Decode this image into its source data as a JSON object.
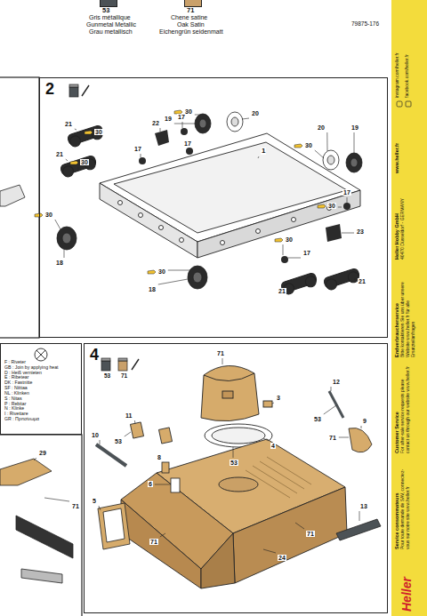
{
  "diagram": {
    "nodes": [
      {
        "text": [
          "2"
        ]
      },
      {
        "text": [
          "4"
        ]
      },
      {
        "text": [
          "F : Riveter",
          "GB : Join by applying heat",
          "D : Heiß vernieten",
          "E : Ribetear",
          "DK : Fastnitte",
          "SF : Niittaa",
          "NL : Klinken",
          "S : Nitas",
          "P : Rebitar",
          "N : Klinke",
          "I : Rivettare",
          "GR : Πριτσίνωμα"
        ]
      }
    ],
    "labels": [
      "Gris métallique",
      "Gunmetal Metallic",
      "Grau metallisch",
      "Chene satine",
      "Oak Satin",
      "Eichengrün seidenmatt",
      "79875-176",
      "19",
      "30",
      "20",
      "21",
      "30",
      "22",
      "17",
      "17",
      "17",
      "21",
      "30",
      "1",
      "20",
      "19",
      "30",
      "30",
      "18",
      "17",
      "30",
      "23",
      "17",
      "30",
      "21",
      "21",
      "18",
      "30",
      "53",
      "71",
      "71",
      "3",
      "11",
      "53",
      "10",
      "8",
      "6",
      "5",
      "4",
      "53",
      "12",
      "71",
      "9",
      "53",
      "71",
      "71",
      "24",
      "13",
      "29",
      "71",
      "Heller",
      "Service consommateurs",
      "Pour toute demande de SAV, connectez-vous sur notre site www.heller.fr",
      "Customer Service",
      "For after-sale service requests please contact us through our website www.heller.fr",
      "Endverbraucherservice",
      "Bitte kontaktieren Sie uns über unsere Website www.heller.fr für alle Ersatzteilanfragen",
      "Heller Hobby GmbH",
      "40470 Düsseldorf - GERMANY",
      "www.heller.fr",
      "instagram.com/heller.fr",
      "facebook.com/heller.fr"
    ],
    "legend": [
      {
        "text": "53",
        "color": "#4c5256"
      },
      {
        "text": "71",
        "color": "#c9a06a"
      }
    ]
  }
}
